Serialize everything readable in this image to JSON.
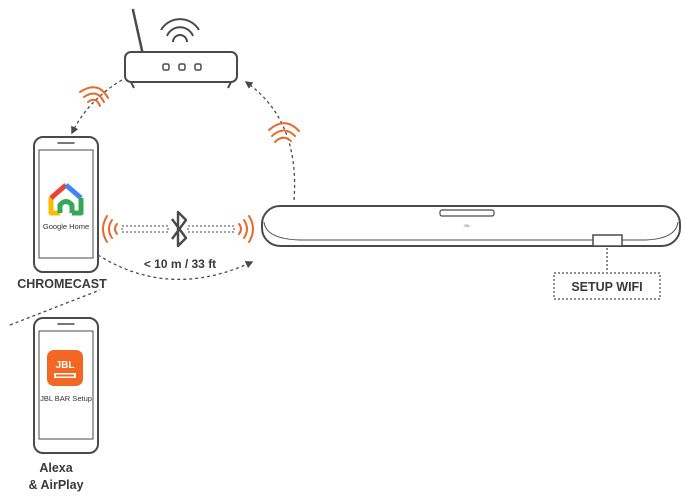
{
  "diagram": {
    "phone_top": {
      "app_label": "Google Home",
      "caption": "CHROMECAST",
      "app_icon": "google-home-icon"
    },
    "phone_bottom": {
      "app_label": "JBL BAR Setup",
      "app_badge": "JBL",
      "caption_line1": "Alexa",
      "caption_line2": "& AirPlay",
      "app_icon": "jbl-app-icon"
    },
    "bluetooth": {
      "distance_label": "< 10 m / 33 ft",
      "icon": "bluetooth-icon"
    },
    "soundbar": {
      "logo": "JBL",
      "button_label": "SETUP WIFI"
    },
    "router": {
      "icon": "wifi-router-icon"
    },
    "colors": {
      "line": "#4a4a4a",
      "signal": "#e8692a",
      "google_red": "#ea4335",
      "google_yellow": "#fbbc05",
      "google_green": "#34a853",
      "google_blue": "#4285f4",
      "jbl_orange": "#f26722"
    }
  }
}
